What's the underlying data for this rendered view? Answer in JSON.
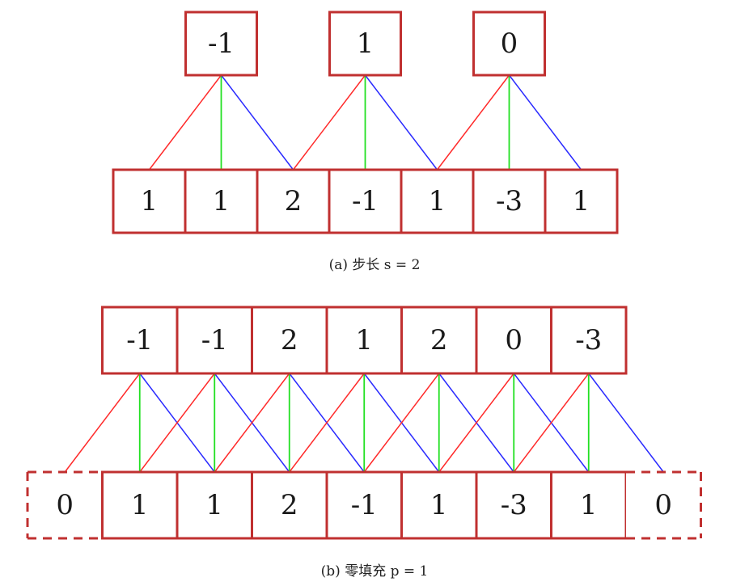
{
  "panel_a": {
    "outputs": [
      "-1",
      "1",
      "0"
    ],
    "inputs": [
      "1",
      "1",
      "2",
      "-1",
      "1",
      "-3",
      "1"
    ],
    "caption": "(a) 步长 s = 2"
  },
  "panel_b": {
    "outputs": [
      "-1",
      "-1",
      "2",
      "1",
      "2",
      "0",
      "-3"
    ],
    "inputs": [
      "0",
      "1",
      "1",
      "2",
      "-1",
      "1",
      "-3",
      "1",
      "0"
    ],
    "caption": "(b) 零填充 p = 1"
  },
  "colors": {
    "box_border": "#c03030",
    "kernel_left": "#ff2a2a",
    "kernel_center": "#22e022",
    "kernel_right": "#2a2aff"
  }
}
